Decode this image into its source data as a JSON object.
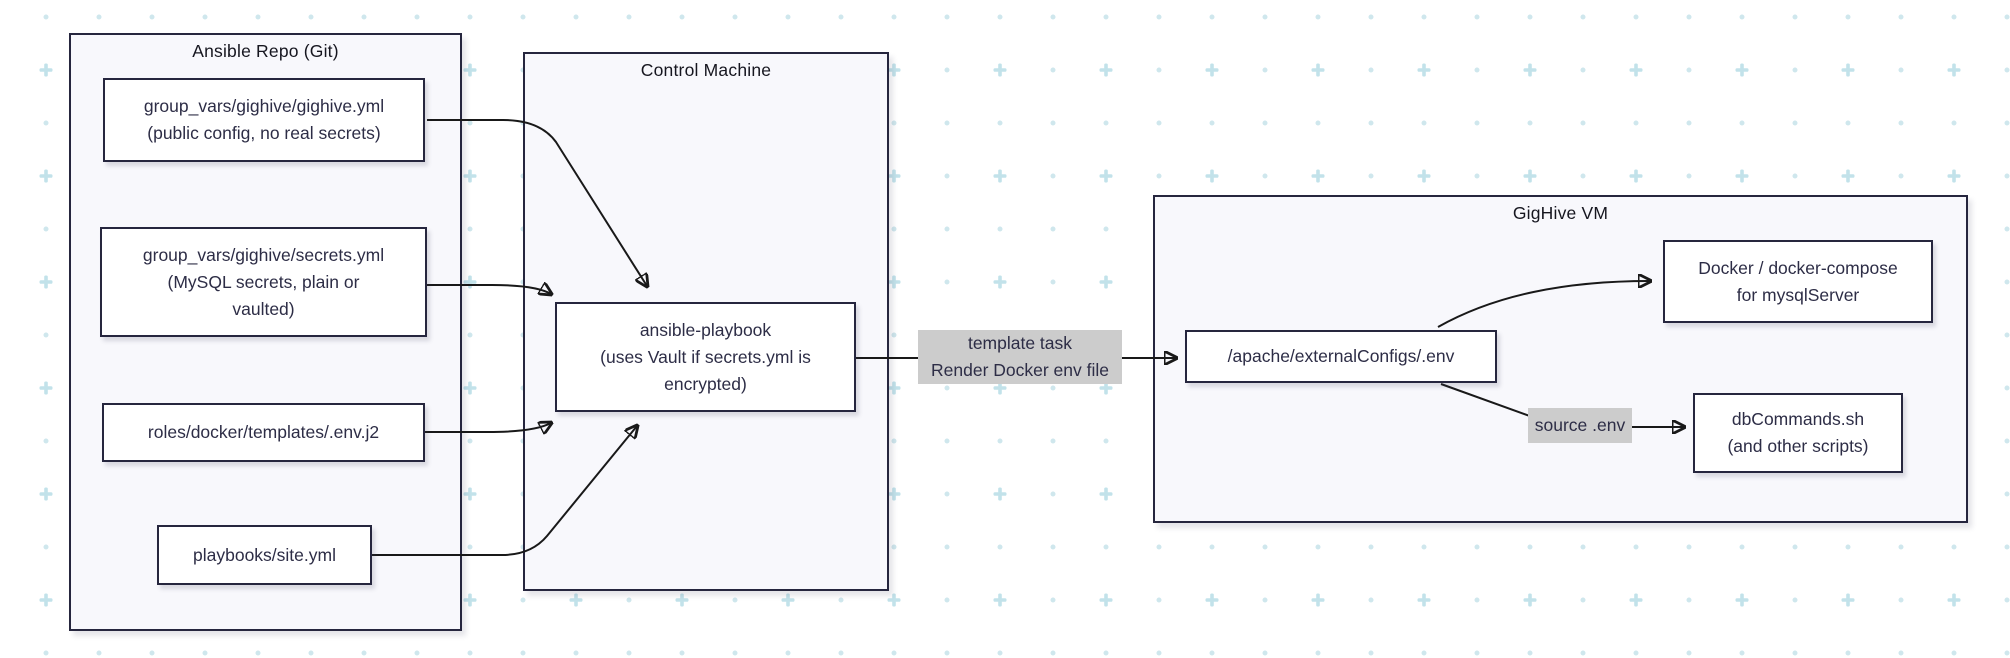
{
  "diagram_type": "flowchart",
  "clusters": [
    {
      "id": "ansible-repo",
      "title": "Ansible Repo (Git)"
    },
    {
      "id": "control-machine",
      "title": "Control Machine"
    },
    {
      "id": "gighive-vm",
      "title": "GigHive VM"
    }
  ],
  "nodes": [
    {
      "id": "gighive-yml",
      "lines": [
        "group_vars/gighive/gighive.yml",
        "(public config, no real secrets)"
      ]
    },
    {
      "id": "secrets-yml",
      "lines": [
        "group_vars/gighive/secrets.yml",
        "(MySQL secrets, plain or",
        "vaulted)"
      ]
    },
    {
      "id": "env-j2",
      "lines": [
        "roles/docker/templates/.env.j2"
      ]
    },
    {
      "id": "site-yml",
      "lines": [
        "playbooks/site.yml"
      ]
    },
    {
      "id": "ansible-playbook",
      "lines": [
        "ansible-playbook",
        "(uses Vault if secrets.yml is",
        "encrypted)"
      ]
    },
    {
      "id": "env-file",
      "lines": [
        "/apache/externalConfigs/.env"
      ]
    },
    {
      "id": "docker-compose",
      "lines": [
        "Docker / docker-compose",
        "for mysqlServer"
      ]
    },
    {
      "id": "db-commands",
      "lines": [
        "dbCommands.sh",
        "(and other scripts)"
      ]
    }
  ],
  "edge_labels": [
    {
      "id": "template-task",
      "lines": [
        "template task",
        "Render Docker env file"
      ]
    },
    {
      "id": "source-env",
      "lines": [
        "source .env"
      ]
    }
  ],
  "edges": [
    {
      "from": "gighive-yml",
      "to": "ansible-playbook"
    },
    {
      "from": "secrets-yml",
      "to": "ansible-playbook"
    },
    {
      "from": "env-j2",
      "to": "ansible-playbook"
    },
    {
      "from": "site-yml",
      "to": "ansible-playbook"
    },
    {
      "from": "ansible-playbook",
      "to": "env-file",
      "label": "template task Render Docker env file"
    },
    {
      "from": "env-file",
      "to": "docker-compose"
    },
    {
      "from": "env-file",
      "to": "db-commands",
      "label": "source .env"
    }
  ],
  "colors": {
    "ink": "#26263e",
    "node_text": "#2d2d46",
    "edge": "#191919",
    "node_fill": "#ffffff",
    "cluster_fill": "#f8f8fc",
    "edge_label_bg": "#cccccc",
    "background": "#ffffff",
    "grid_dot": "#cfe7ed",
    "grid_plus": "#c2e2ea"
  }
}
